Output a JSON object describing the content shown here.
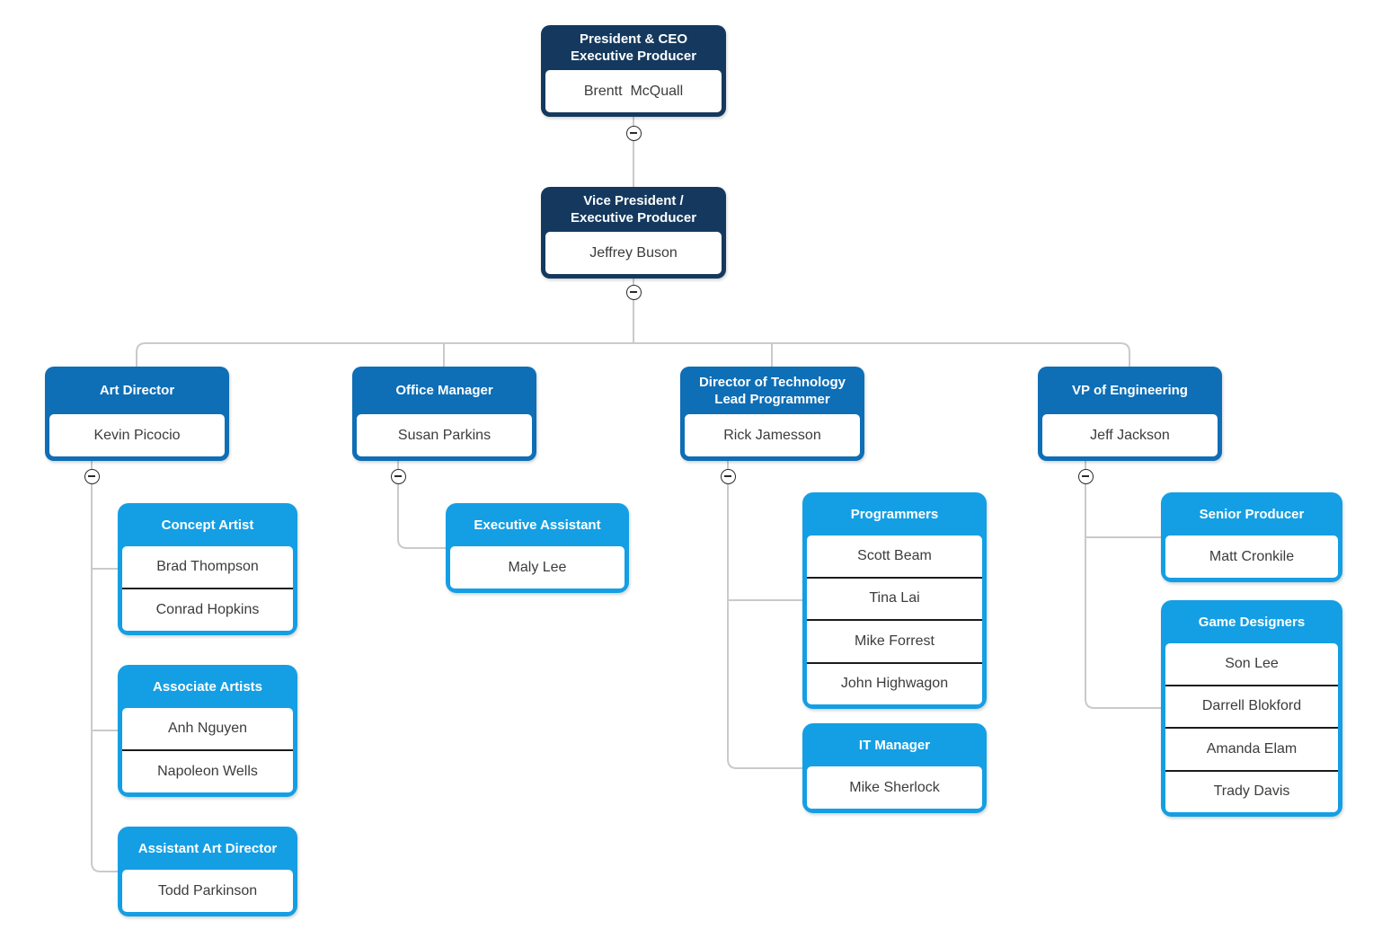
{
  "colors": {
    "level1_header": "#15395e",
    "level2_header": "#0e6eb6",
    "level3_header": "#149fe4",
    "connector_line": "#c9cacb",
    "row_divider": "#1b1b1b",
    "name_text": "#3c3c3c"
  },
  "nodes": {
    "president": {
      "title_lines": [
        "President & CEO",
        "Executive Producer"
      ],
      "members": [
        "Brentt  McQuall"
      ],
      "reports_to": null
    },
    "vp": {
      "title_lines": [
        "Vice President /",
        "Executive Producer"
      ],
      "members": [
        "Jeffrey Buson"
      ],
      "reports_to": "president"
    },
    "art_director": {
      "title_lines": [
        "Art Director"
      ],
      "members": [
        "Kevin Picocio"
      ],
      "reports_to": "vp"
    },
    "office_manager": {
      "title_lines": [
        "Office Manager"
      ],
      "members": [
        "Susan Parkins"
      ],
      "reports_to": "vp"
    },
    "director_tech": {
      "title_lines": [
        "Director of Technology",
        "Lead Programmer"
      ],
      "members": [
        "Rick Jamesson"
      ],
      "reports_to": "vp"
    },
    "vp_engineering": {
      "title_lines": [
        "VP of Engineering"
      ],
      "members": [
        "Jeff Jackson"
      ],
      "reports_to": "vp"
    },
    "concept_artist": {
      "title_lines": [
        "Concept Artist"
      ],
      "members": [
        "Brad Thompson",
        "Conrad Hopkins"
      ],
      "reports_to": "art_director"
    },
    "associate_artists": {
      "title_lines": [
        "Associate Artists"
      ],
      "members": [
        "Anh Nguyen",
        "Napoleon Wells"
      ],
      "reports_to": "art_director"
    },
    "assistant_art_director": {
      "title_lines": [
        "Assistant Art Director"
      ],
      "members": [
        "Todd Parkinson"
      ],
      "reports_to": "art_director"
    },
    "executive_assistant": {
      "title_lines": [
        "Executive Assistant"
      ],
      "members": [
        "Maly Lee"
      ],
      "reports_to": "office_manager"
    },
    "programmers": {
      "title_lines": [
        "Programmers"
      ],
      "members": [
        "Scott Beam",
        "Tina Lai",
        "Mike Forrest",
        "John Highwagon"
      ],
      "reports_to": "director_tech"
    },
    "it_manager": {
      "title_lines": [
        "IT Manager"
      ],
      "members": [
        "Mike Sherlock"
      ],
      "reports_to": "director_tech"
    },
    "senior_producer": {
      "title_lines": [
        "Senior Producer"
      ],
      "members": [
        "Matt Cronkile"
      ],
      "reports_to": "vp_engineering"
    },
    "game_designers": {
      "title_lines": [
        "Game Designers"
      ],
      "members": [
        "Son Lee",
        "Darrell Blokford",
        "Amanda Elam",
        "Trady Davis"
      ],
      "reports_to": "vp_engineering"
    }
  }
}
